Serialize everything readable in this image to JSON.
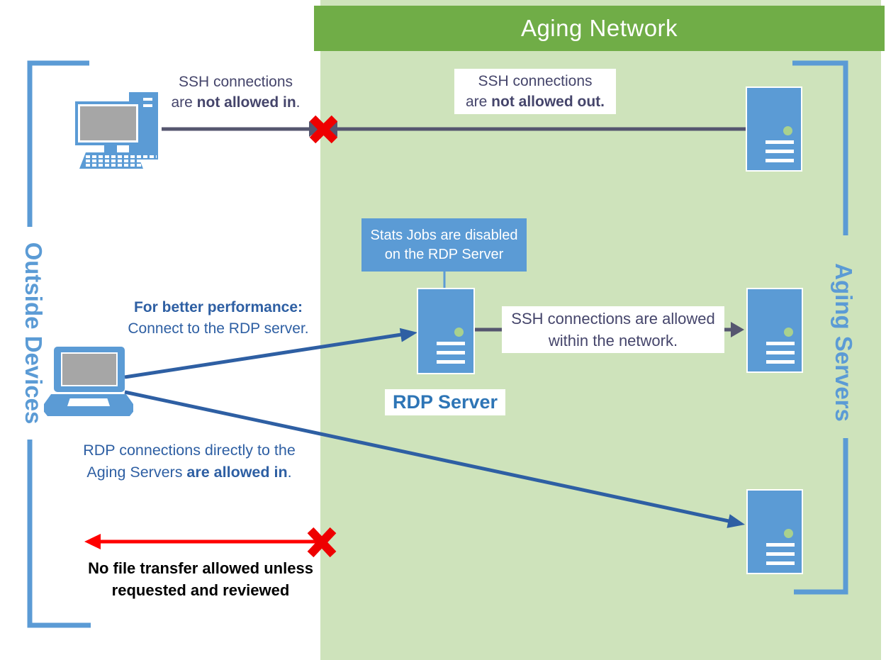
{
  "header": {
    "title": "Aging Network"
  },
  "groups": {
    "outside_devices": "Outside Devices",
    "aging_servers": "Aging Servers"
  },
  "callout": {
    "line1": "Stats Jobs are disabled",
    "line2": "on the RDP Server"
  },
  "rdp_server_label": "RDP Server",
  "annotations": {
    "ssh_in": {
      "line1": "SSH connections",
      "line2_prefix": "are ",
      "line2_bold": "not allowed in",
      "line2_suffix": "."
    },
    "ssh_out": {
      "line1": "SSH connections",
      "line2_prefix": "are ",
      "line2_bold": "not allowed out."
    },
    "performance": {
      "line1_bold": "For better performance:",
      "line2": "Connect to the RDP server."
    },
    "ssh_within": {
      "line1": "SSH connections are allowed",
      "line2": "within the network."
    },
    "rdp_direct": {
      "line1": "RDP connections directly to the",
      "line2_prefix": "Aging Servers ",
      "line2_bold": "are allowed in",
      "line2_suffix": "."
    },
    "no_file_transfer": {
      "line1": "No file transfer allowed unless",
      "line2": "requested and reviewed"
    }
  },
  "icons": {
    "desktop": "desktop-computer-icon",
    "laptop": "laptop-icon",
    "server": "server-icon",
    "blocked": "red-x-icon"
  },
  "colors": {
    "header_green": "#70AD47",
    "panel_green": "#CEE3BB",
    "accent_blue": "#5B9BD5",
    "line_blue": "#2E5FA3",
    "label_blue": "#2E75B6",
    "arrow_slate": "#55566F",
    "text_dark": "#45456B",
    "blocked_red": "#EE0000",
    "arrow_red": "#FF0000",
    "screen_gray": "#A6A6A6",
    "led_green": "#A9D18E"
  }
}
